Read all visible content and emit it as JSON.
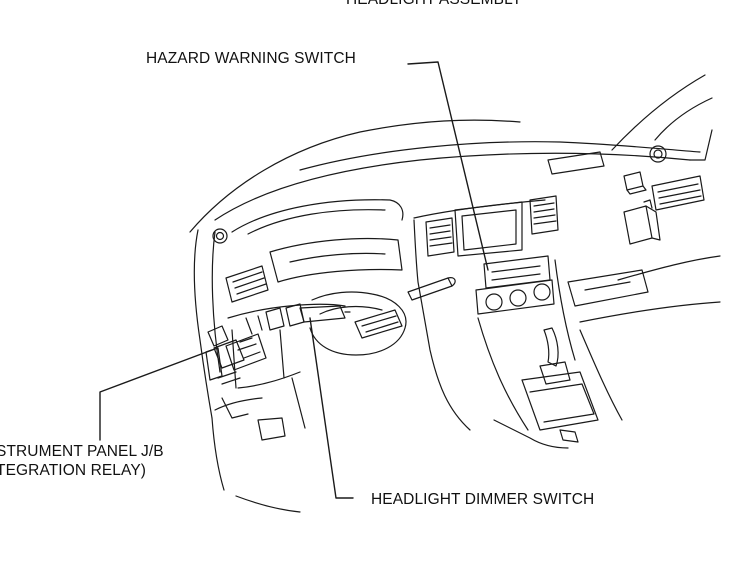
{
  "labels": {
    "top_cut": "HEADLIGHT ASSEMBLY",
    "hazard_switch": "HAZARD WARNING SWITCH",
    "instrument_panel_line1": "STRUMENT PANEL J/B",
    "instrument_panel_line2": "TEGRATION RELAY)",
    "dimmer_switch": "HEADLIGHT DIMMER SWITCH"
  },
  "colors": {
    "line": "#1a1a1a",
    "background": "#ffffff"
  }
}
